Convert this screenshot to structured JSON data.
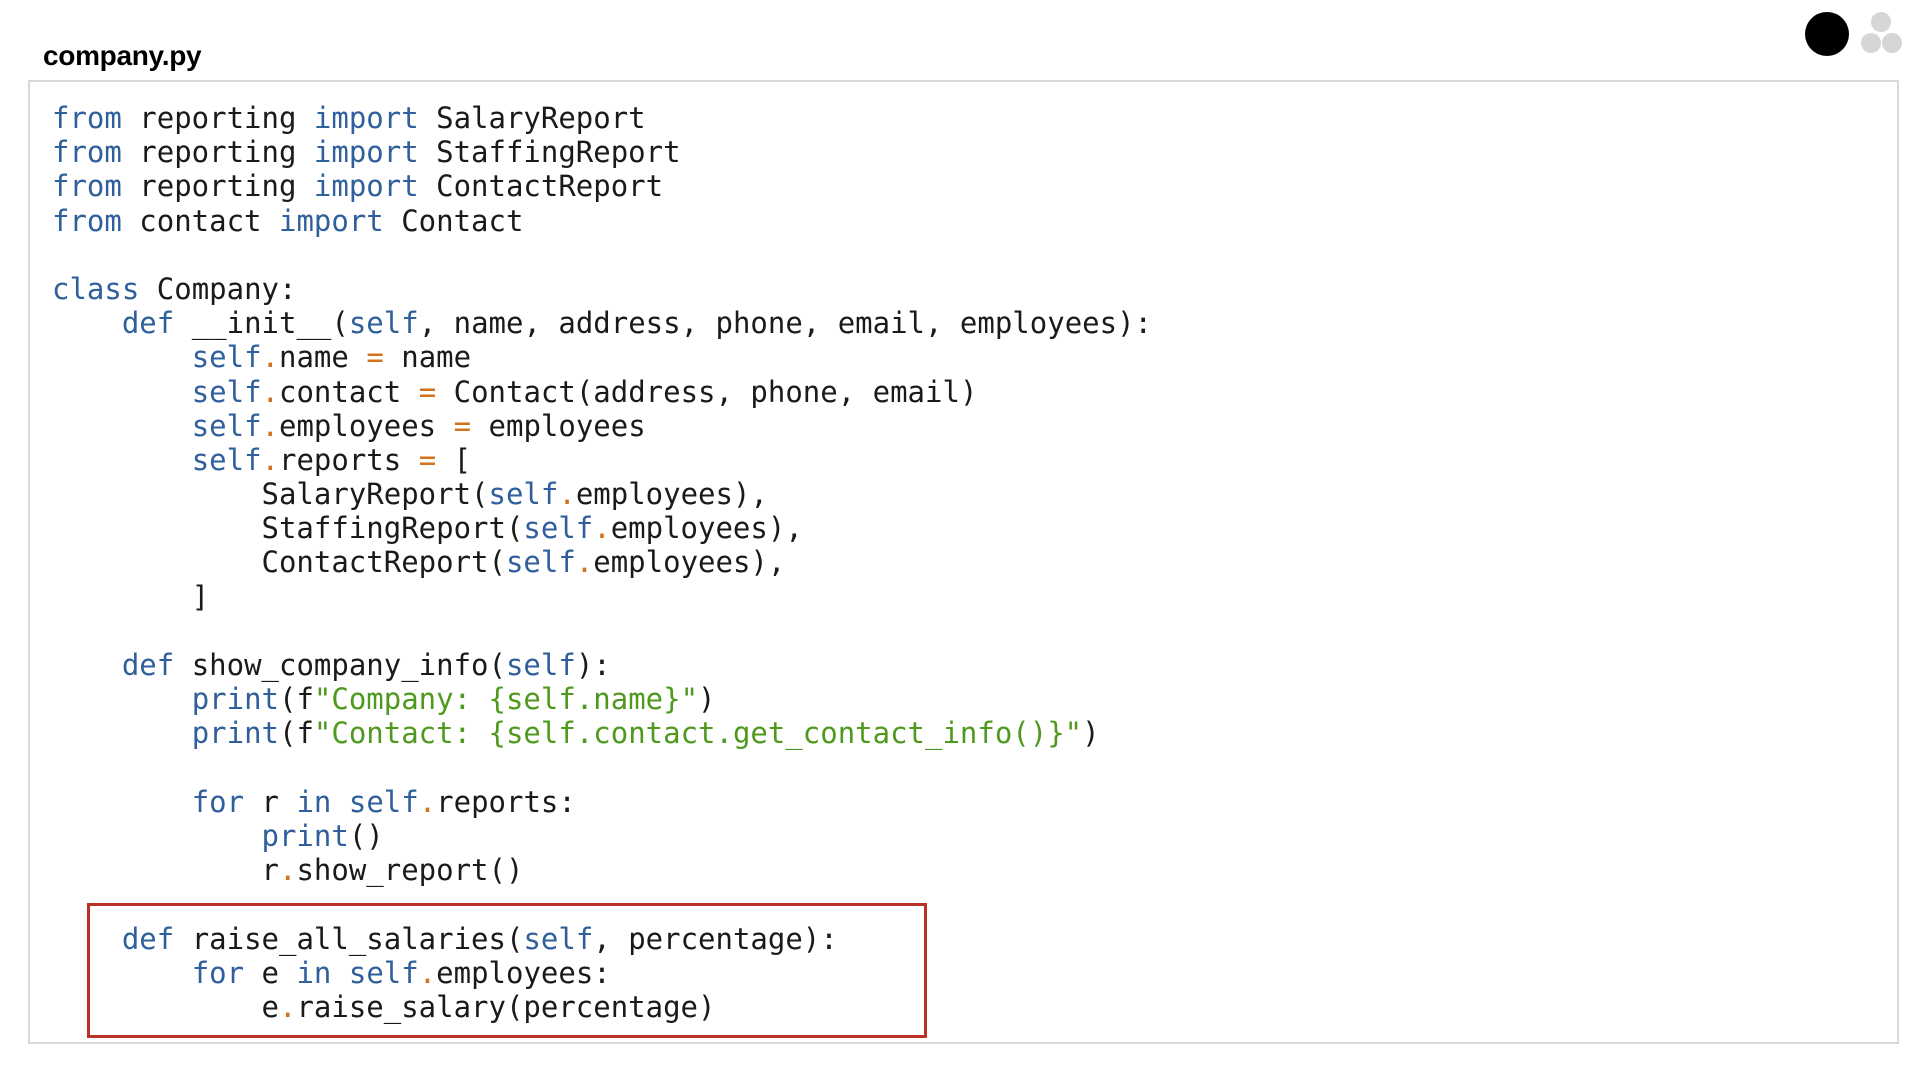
{
  "file": {
    "title": "company.py"
  },
  "pagination": {
    "current_dot": "filled-dot",
    "other_dots": "gray-dots"
  },
  "colors": {
    "keyword": "#2f5f9c",
    "operator": "#d2731c",
    "string": "#4f9a1e",
    "text": "#1a1a1a",
    "highlight_border": "#b83226",
    "panel_border": "#d8d8d8"
  },
  "code": {
    "lines": [
      [
        [
          "kw",
          "from"
        ],
        [
          "txt",
          " reporting "
        ],
        [
          "kw",
          "import"
        ],
        [
          "txt",
          " SalaryReport"
        ]
      ],
      [
        [
          "kw",
          "from"
        ],
        [
          "txt",
          " reporting "
        ],
        [
          "kw",
          "import"
        ],
        [
          "txt",
          " StaffingReport"
        ]
      ],
      [
        [
          "kw",
          "from"
        ],
        [
          "txt",
          " reporting "
        ],
        [
          "kw",
          "import"
        ],
        [
          "txt",
          " ContactReport"
        ]
      ],
      [
        [
          "kw",
          "from"
        ],
        [
          "txt",
          " contact "
        ],
        [
          "kw",
          "import"
        ],
        [
          "txt",
          " Contact"
        ]
      ],
      [],
      [
        [
          "kw",
          "class"
        ],
        [
          "txt",
          " Company:"
        ]
      ],
      [
        [
          "txt",
          "    "
        ],
        [
          "kw",
          "def"
        ],
        [
          "txt",
          " __init__("
        ],
        [
          "kw",
          "self"
        ],
        [
          "txt",
          ", name, address, phone, email, employees):"
        ]
      ],
      [
        [
          "txt",
          "        "
        ],
        [
          "kw",
          "self"
        ],
        [
          "op",
          "."
        ],
        [
          "txt",
          "name "
        ],
        [
          "op",
          "="
        ],
        [
          "txt",
          " name"
        ]
      ],
      [
        [
          "txt",
          "        "
        ],
        [
          "kw",
          "self"
        ],
        [
          "op",
          "."
        ],
        [
          "txt",
          "contact "
        ],
        [
          "op",
          "="
        ],
        [
          "txt",
          " Contact(address, phone, email)"
        ]
      ],
      [
        [
          "txt",
          "        "
        ],
        [
          "kw",
          "self"
        ],
        [
          "op",
          "."
        ],
        [
          "txt",
          "employees "
        ],
        [
          "op",
          "="
        ],
        [
          "txt",
          " employees"
        ]
      ],
      [
        [
          "txt",
          "        "
        ],
        [
          "kw",
          "self"
        ],
        [
          "op",
          "."
        ],
        [
          "txt",
          "reports "
        ],
        [
          "op",
          "="
        ],
        [
          "txt",
          " ["
        ]
      ],
      [
        [
          "txt",
          "            SalaryReport("
        ],
        [
          "kw",
          "self"
        ],
        [
          "op",
          "."
        ],
        [
          "txt",
          "employees),"
        ]
      ],
      [
        [
          "txt",
          "            StaffingReport("
        ],
        [
          "kw",
          "self"
        ],
        [
          "op",
          "."
        ],
        [
          "txt",
          "employees),"
        ]
      ],
      [
        [
          "txt",
          "            ContactReport("
        ],
        [
          "kw",
          "self"
        ],
        [
          "op",
          "."
        ],
        [
          "txt",
          "employees),"
        ]
      ],
      [
        [
          "txt",
          "        ]"
        ]
      ],
      [],
      [
        [
          "txt",
          "    "
        ],
        [
          "kw",
          "def"
        ],
        [
          "txt",
          " show_company_info("
        ],
        [
          "kw",
          "self"
        ],
        [
          "txt",
          "):"
        ]
      ],
      [
        [
          "txt",
          "        "
        ],
        [
          "kw",
          "print"
        ],
        [
          "txt",
          "(f"
        ],
        [
          "str",
          "\"Company: {self.name}\""
        ],
        [
          "txt",
          ")"
        ]
      ],
      [
        [
          "txt",
          "        "
        ],
        [
          "kw",
          "print"
        ],
        [
          "txt",
          "(f"
        ],
        [
          "str",
          "\"Contact: {self.contact.get_contact_info()}\""
        ],
        [
          "txt",
          ")"
        ]
      ],
      [],
      [
        [
          "txt",
          "        "
        ],
        [
          "kw",
          "for"
        ],
        [
          "txt",
          " r "
        ],
        [
          "kw",
          "in"
        ],
        [
          "txt",
          " "
        ],
        [
          "kw",
          "self"
        ],
        [
          "op",
          "."
        ],
        [
          "txt",
          "reports:"
        ]
      ],
      [
        [
          "txt",
          "            "
        ],
        [
          "kw",
          "print"
        ],
        [
          "txt",
          "()"
        ]
      ],
      [
        [
          "txt",
          "            r"
        ],
        [
          "op",
          "."
        ],
        [
          "txt",
          "show_report()"
        ]
      ],
      [],
      [
        [
          "txt",
          "    "
        ],
        [
          "kw",
          "def"
        ],
        [
          "txt",
          " raise_all_salaries("
        ],
        [
          "kw",
          "self"
        ],
        [
          "txt",
          ", percentage):"
        ]
      ],
      [
        [
          "txt",
          "        "
        ],
        [
          "kw",
          "for"
        ],
        [
          "txt",
          " e "
        ],
        [
          "kw",
          "in"
        ],
        [
          "txt",
          " "
        ],
        [
          "kw",
          "self"
        ],
        [
          "op",
          "."
        ],
        [
          "txt",
          "employees:"
        ]
      ],
      [
        [
          "txt",
          "            e"
        ],
        [
          "op",
          "."
        ],
        [
          "txt",
          "raise_salary(percentage)"
        ]
      ]
    ],
    "highlighted_method": "raise_all_salaries"
  }
}
